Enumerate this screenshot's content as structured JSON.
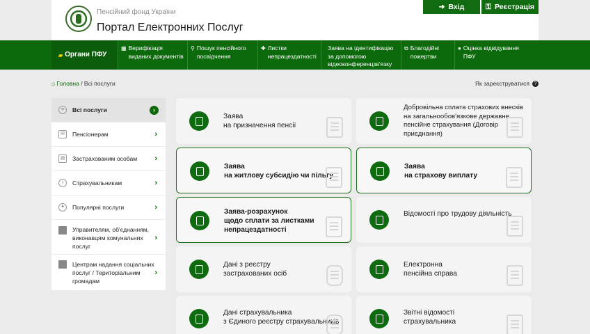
{
  "header": {
    "org_name": "Пенсійний фонд України",
    "portal_title": "Портал Електронних Послуг",
    "login_label": "Вхід",
    "register_label": "Реєстрація"
  },
  "nav": {
    "items": [
      {
        "label": "Органи ПФУ"
      },
      {
        "label": "Верифікація виданих документів"
      },
      {
        "label": "Пошук пенсійного посвідчення"
      },
      {
        "label": "Листки непрацездатності"
      },
      {
        "label": "Заява на ідентифікацію за допомогою відеоконференцзв'язку"
      },
      {
        "label": "Благодійні пожертви"
      },
      {
        "label": "Оцінка відвідування ПФУ"
      }
    ]
  },
  "breadcrumb": {
    "home": "Головна",
    "current": "Всі послуги"
  },
  "how_to_register": "Як зареєструватися",
  "sidebar": {
    "items": [
      {
        "label": "Всі послуги"
      },
      {
        "label": "Пенсіонерам"
      },
      {
        "label": "Застрахованим особам"
      },
      {
        "label": "Страхувальникам"
      },
      {
        "label": "Популярні послуги"
      },
      {
        "label": "Управителям, об'єднанням, виконавцям комунальних послуг"
      },
      {
        "label": "Центрам надання соціальних послуг / Територіальним громадам"
      }
    ]
  },
  "services": [
    {
      "line1": "Заява",
      "line2": "на призначення пенсії"
    },
    {
      "line1": "Добровільна сплата страхових внесків на загальнообов'язкове державне пенсійне страхування (Договір приєднання)",
      "line2": ""
    },
    {
      "line1": "Заява",
      "line2": "на житлову субсидію чи пільгу"
    },
    {
      "line1": "Заява",
      "line2": "на страхову виплату"
    },
    {
      "line1": "Заява-розрахунок",
      "line2": "щодо сплати за листками непрацездатності"
    },
    {
      "line1": "Відомості про трудову діяльність",
      "line2": ""
    },
    {
      "line1": "Дані з реєстру",
      "line2": "застрахованих осіб"
    },
    {
      "line1": "Електронна",
      "line2": "пенсійна справа"
    },
    {
      "line1": "Дані страхувальника",
      "line2": "з Єдиного реєстру страхувальників"
    },
    {
      "line1": "Звітні відомості",
      "line2": "страхувальника"
    }
  ]
}
